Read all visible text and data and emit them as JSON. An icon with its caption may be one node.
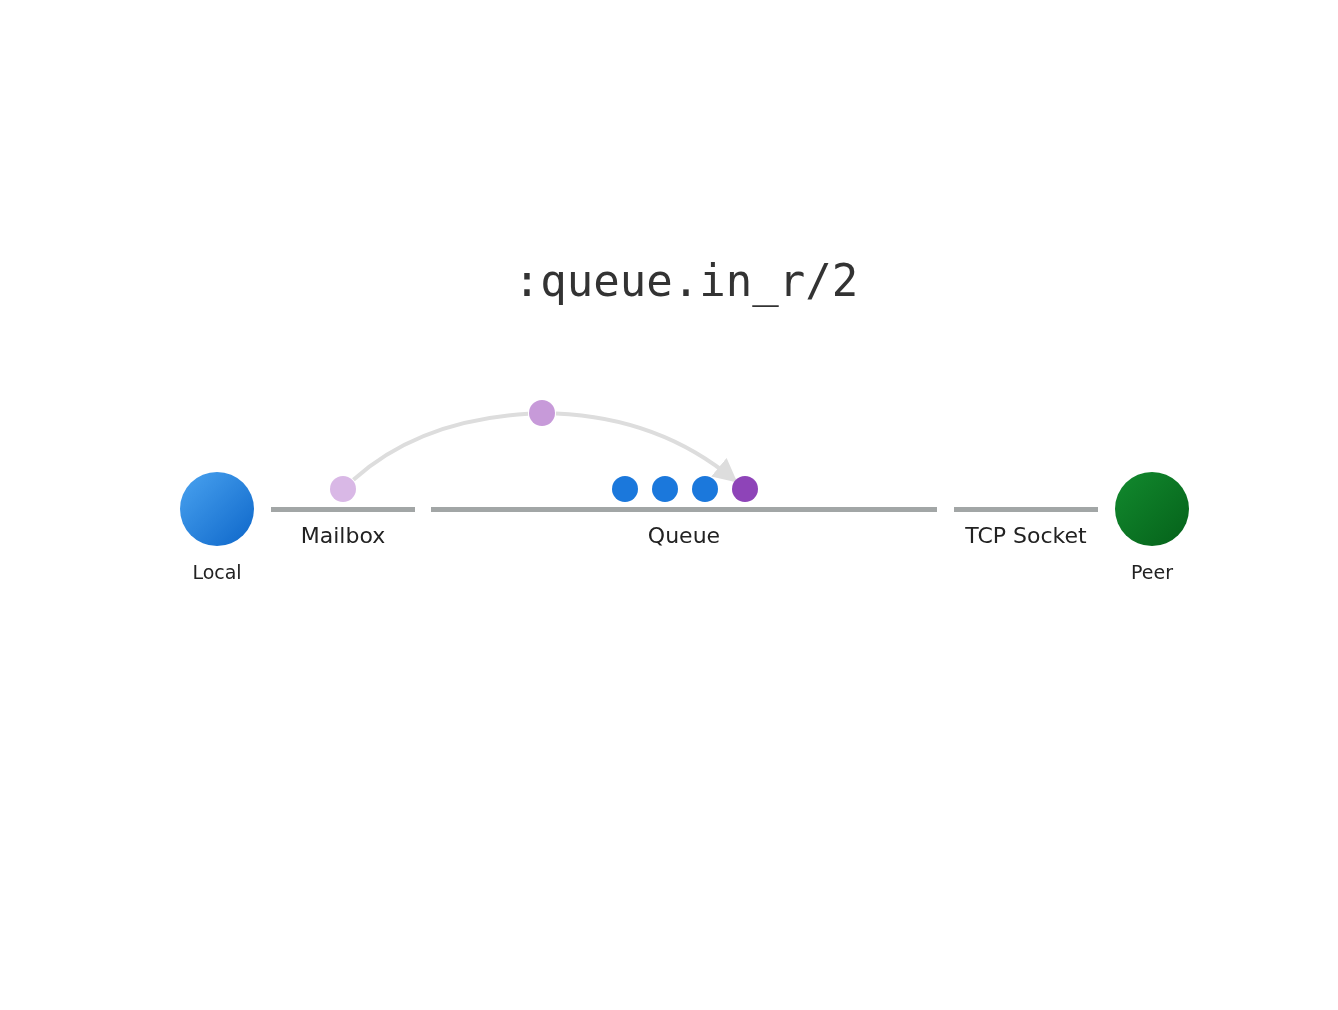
{
  "diagram": {
    "title": ":queue.in_r/2",
    "nodes": [
      {
        "text": [
          "Local"
        ]
      },
      {
        "text": [
          "Mailbox"
        ]
      },
      {
        "text": [
          "Queue"
        ]
      },
      {
        "text": [
          "TCP Socket"
        ]
      },
      {
        "text": [
          "Peer"
        ]
      },
      {
        "text": [],
        "shape": "circle"
      },
      {
        "text": [],
        "shape": "circle"
      },
      {
        "text": [],
        "shape": "circle"
      },
      {
        "text": [],
        "shape": "circle"
      },
      {
        "text": [],
        "shape": "circle"
      },
      {
        "text": [],
        "shape": "circle"
      }
    ],
    "edges": [
      {
        "from": 5,
        "to": 6,
        "arrow": "none"
      },
      {
        "from": 6,
        "to": 10,
        "arrow": "to"
      }
    ]
  }
}
